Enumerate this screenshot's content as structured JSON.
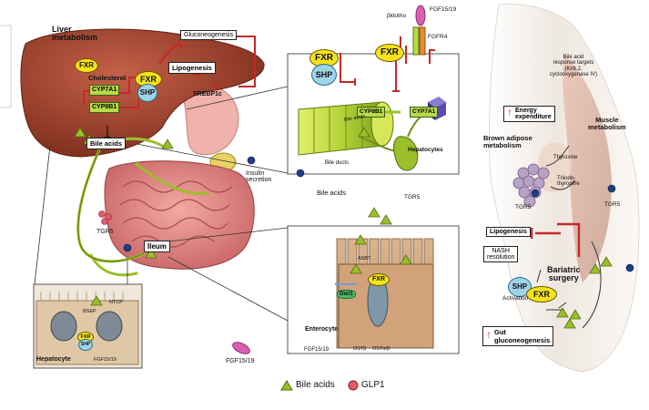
{
  "liver_title": "Liver\nmetabolism",
  "fxr": "FXR",
  "shp": "SHP",
  "cholesterol": "Cholesterol",
  "cyp7a1": "CYP7A1",
  "cyp8b1": "CYP8B1",
  "bile_acids": "Bile acids",
  "lipogenesis": "Lipogenesis",
  "gluconeogenesis": "Gluconeogenesis",
  "srebp1c": "SREBP1c",
  "insulin_secretion": "Insulin\nsecretion",
  "tgr5": "TGR5",
  "ileum": "Ileum",
  "hepatocytes_panel": {
    "bklotho": "βklotho",
    "fgf1519": "FGF15/19",
    "fgfr4": "FGFR4",
    "bile_acids_small": "Bile acids",
    "hepatocytes": "Hepatocytes",
    "bile_ducts": "Bile ducts",
    "bile_acids": "Bile acids",
    "tgr5": "TGR5"
  },
  "enterocyte_panel": {
    "asbt": "ASBT",
    "fxr": "FXR",
    "diet1": "Diet1",
    "enterocyte": "Enterocyte",
    "fgf1519": "FGF15/19",
    "ostb": "OSTβ",
    "ostab": "OSTα/β"
  },
  "hepatocyte_inset": {
    "bsep": "BSEP",
    "ntcp": "NTCP",
    "fxr": "FXR",
    "shp": "SHP",
    "hepatocyte": "Hepatocyte",
    "fgf1519": "FGF15/19"
  },
  "fgf1519_loose": "FGF15/19",
  "right": {
    "bile_acid_targets": "Bile acid\nresponse targets\n(Kir6.2,\ncyclooxygenase IV)",
    "energy_expenditure": "Energy\nexpenditure",
    "muscle_metabolism": "Muscle\nmetabolism",
    "brown_adipose": "Brown adipose\nmetabolism",
    "thyroxine": "Thyroxine",
    "triiodothyronine": "Triiodo-\nthyronine",
    "tgr5_a": "TGR5",
    "tgr5_b": "TGR5",
    "lipogenesis": "Lipogenesis",
    "nash": "NASH\nresolution",
    "bariatric": "Bariatric\nsurgery",
    "shp": "SHP",
    "fxr": "FXR",
    "activation": "Activation",
    "gut_gluconeogenesis": "Gut\ngluconeogenesis"
  },
  "legend": {
    "bile_acids": "Bile acids",
    "glp1": "GLP1"
  },
  "colors": {
    "liver": "#a8462e",
    "intestine": "#e58a8a",
    "fxr_yellow": "#f6e21b",
    "shp_blue": "#9fd3ea",
    "gene_green": "#b7d94a",
    "inhibit_red": "#c62828",
    "bile_green": "#9bbf2a"
  }
}
